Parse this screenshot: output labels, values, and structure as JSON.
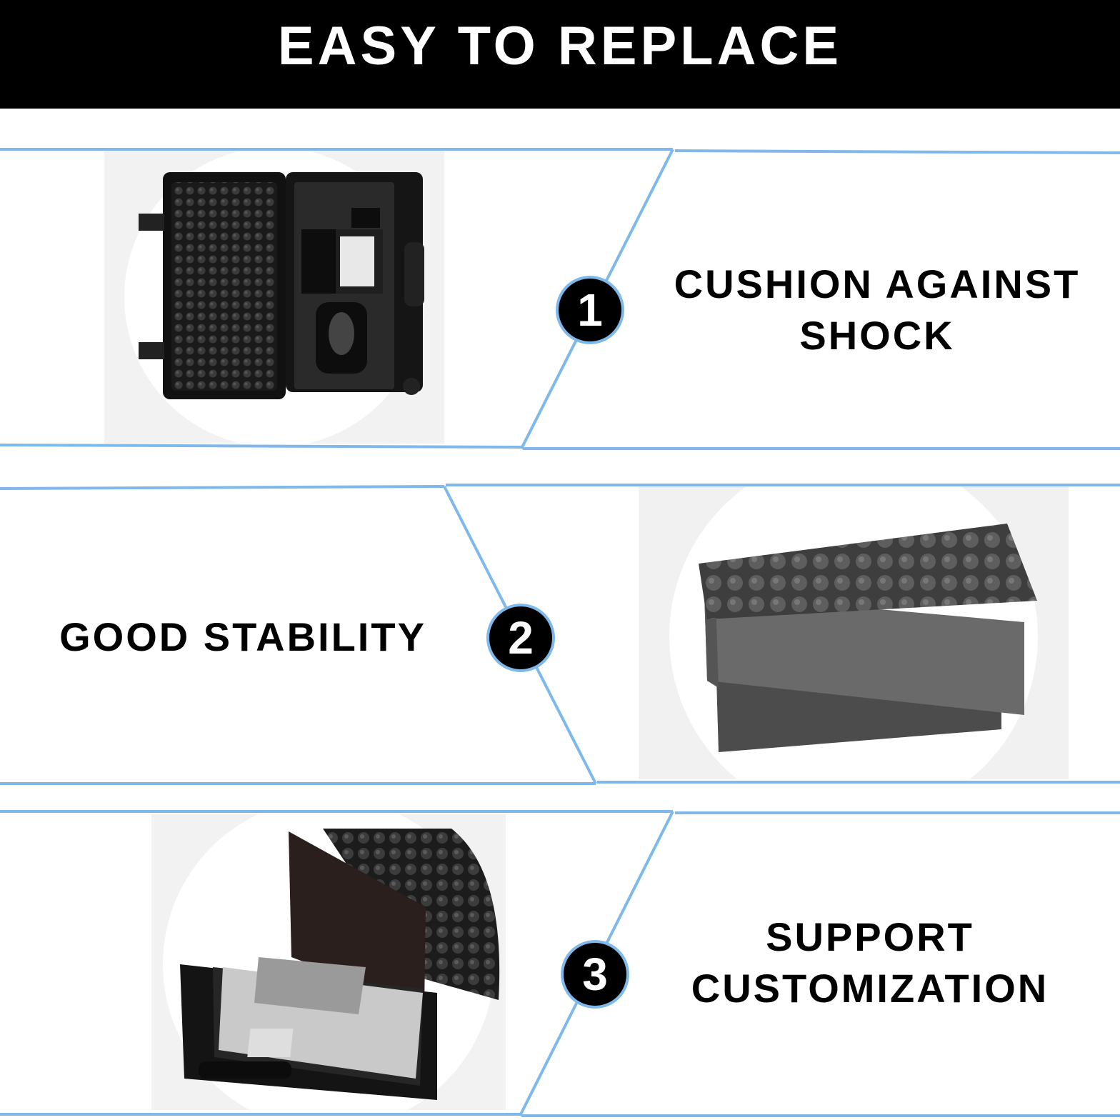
{
  "header": {
    "title": "EASY TO REPLACE"
  },
  "colors": {
    "frame_line": "#7fb8ea",
    "header_bg": "#000000",
    "badge_bg": "#000000",
    "text": "#000000"
  },
  "sections": [
    {
      "number": "1",
      "lines": [
        "CUSHION AGAINST",
        "SHOCK"
      ],
      "photo": "hard case opened on wheels with egg-crate foam lid and cut-out foam base holding VR headset and controllers"
    },
    {
      "number": "2",
      "lines": [
        "GOOD STABILITY"
      ],
      "photo": "stack of grey foam inserts: egg-crate layer, solid block layer and thin flat sheet"
    },
    {
      "number": "3",
      "lines": [
        "SUPPORT",
        "CUSTOMIZATION"
      ],
      "photo": "open black case with laptop placed inside foam insert, egg-crate foam in lid"
    }
  ]
}
